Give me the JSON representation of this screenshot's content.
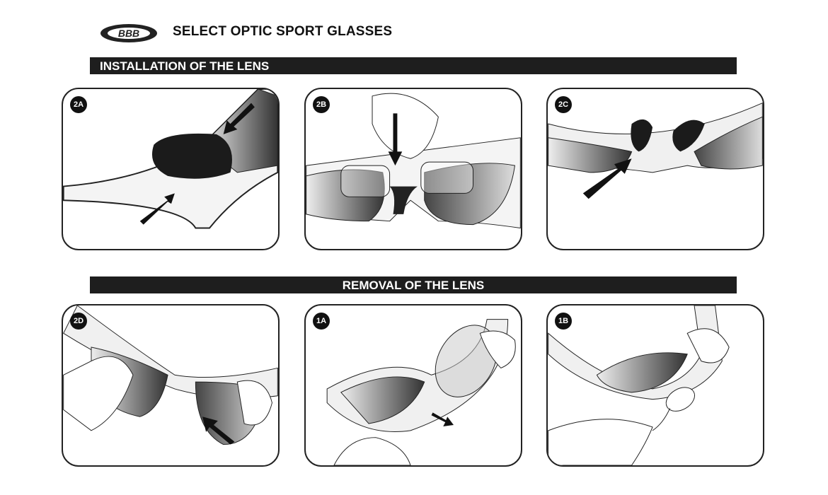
{
  "header": {
    "logo_text": "BBB",
    "title": "SELECT OPTIC SPORT GLASSES"
  },
  "sections": [
    {
      "label": "INSTALLATION OF THE LENS"
    },
    {
      "label": "REMOVAL OF THE LENS"
    }
  ],
  "steps": [
    {
      "label": "2A"
    },
    {
      "label": "2B"
    },
    {
      "label": "2C"
    },
    {
      "label": "2D"
    },
    {
      "label": "1A"
    },
    {
      "label": "1B"
    }
  ]
}
